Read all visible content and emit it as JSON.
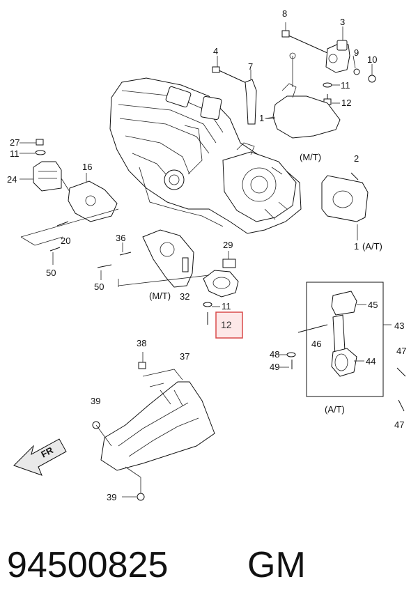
{
  "diagram": {
    "callouts": {
      "c8": "8",
      "c3": "3",
      "c4": "4",
      "c9": "9",
      "c10": "10",
      "c7": "7",
      "c11_top": "11",
      "c12_top": "12",
      "c1_top": "1",
      "c27": "27",
      "c11_left": "11",
      "c16": "16",
      "c24": "24",
      "c2": "2",
      "c1_right": "1",
      "c20": "20",
      "c36": "36",
      "c29": "29",
      "c50_a": "50",
      "c50_b": "50",
      "c32": "32",
      "c11_mid": "11",
      "c12_highlight": "12",
      "c38": "38",
      "c37": "37",
      "c45": "45",
      "c43": "43",
      "c46": "46",
      "c48": "48",
      "c49": "49",
      "c44": "44",
      "c47_a": "47",
      "c47_b": "47",
      "c39_a": "39",
      "c39_b": "39"
    },
    "variants": {
      "mt_top": "(M/T)",
      "at_right": "(A/T)",
      "mt_left": "(M/T)",
      "at_bottom": "(A/T)"
    },
    "direction_label": "FR",
    "highlight_color": "#d94a4a"
  },
  "footer": {
    "part_number": "94500825",
    "brand": "GM"
  }
}
